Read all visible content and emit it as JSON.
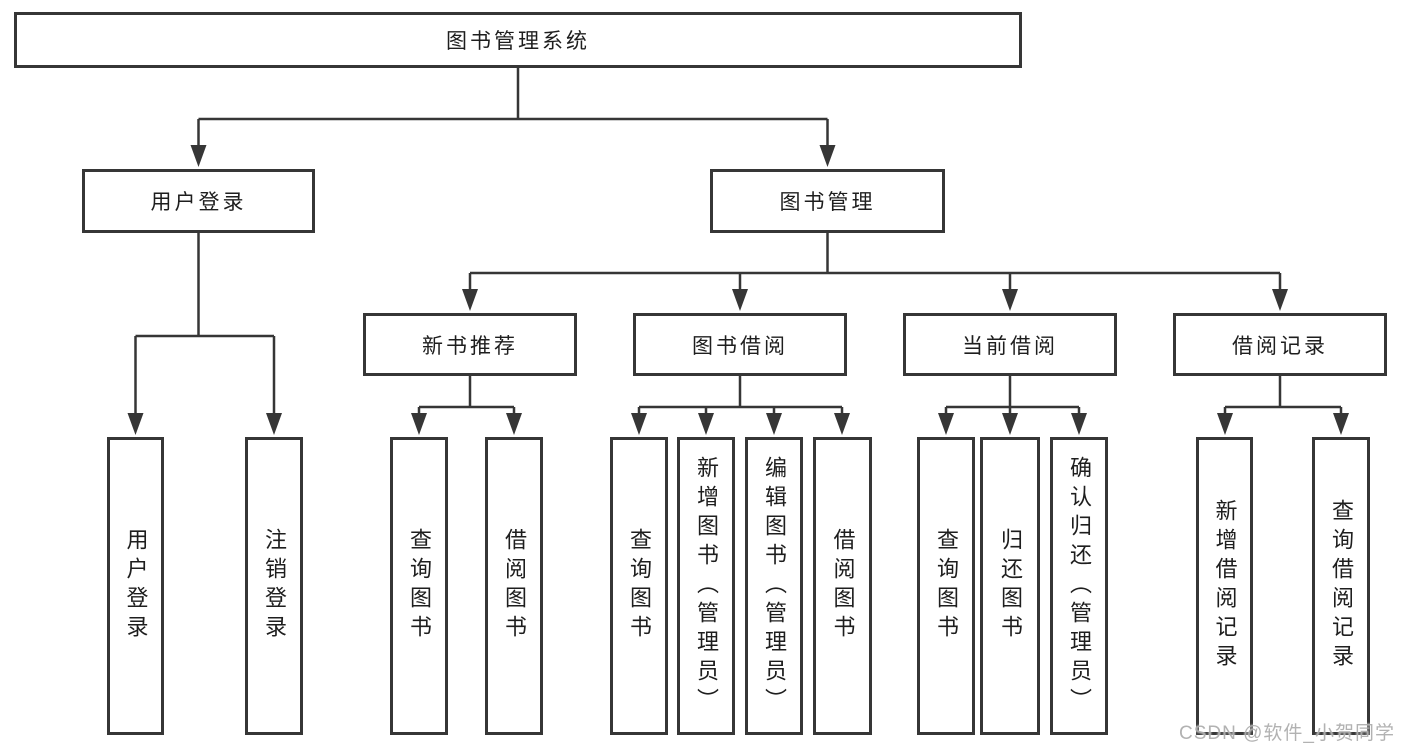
{
  "root": {
    "label": "图书管理系统"
  },
  "user_module": {
    "label": "用户登录",
    "children": [
      {
        "label": "用户登录"
      },
      {
        "label": "注销登录"
      }
    ]
  },
  "book_module": {
    "label": "图书管理",
    "sections": [
      {
        "label": "新书推荐",
        "children": [
          {
            "label": "查询图书"
          },
          {
            "label": "借阅图书"
          }
        ]
      },
      {
        "label": "图书借阅",
        "children": [
          {
            "label": "查询图书"
          },
          {
            "label": "新增图书（管理员）"
          },
          {
            "label": "编辑图书（管理员）"
          },
          {
            "label": "借阅图书"
          }
        ]
      },
      {
        "label": "当前借阅",
        "children": [
          {
            "label": "查询图书"
          },
          {
            "label": "归还图书"
          },
          {
            "label": "确认归还（管理员）"
          }
        ]
      },
      {
        "label": "借阅记录",
        "children": [
          {
            "label": "新增借阅记录"
          },
          {
            "label": "查询借阅记录"
          }
        ]
      }
    ]
  },
  "watermark": {
    "text": "CSDN @软件_小贺同学"
  },
  "colors": {
    "line": "#363636",
    "box_border": "#363636",
    "text": "#1e1e1e",
    "watermark": "#aaaaaa",
    "background": "#ffffff"
  }
}
